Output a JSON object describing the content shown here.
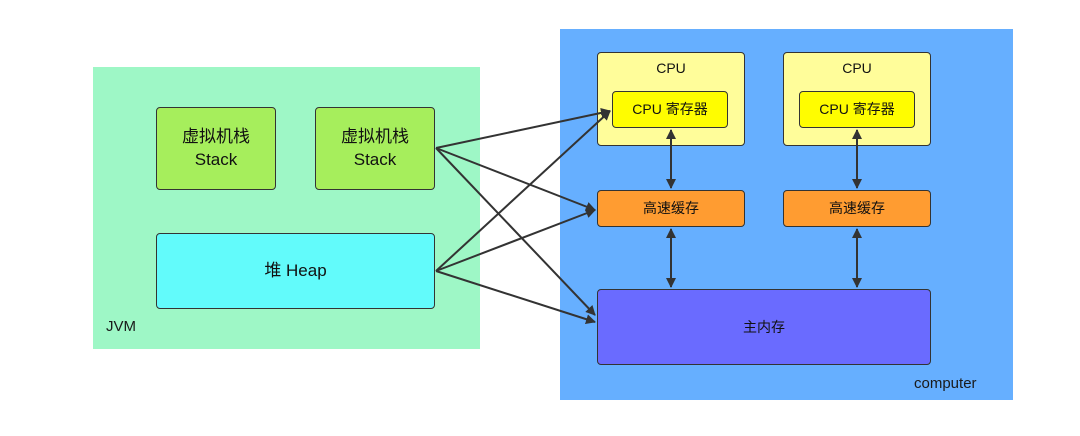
{
  "jvm": {
    "label": "JVM",
    "stacks": [
      {
        "line1": "虚拟机栈",
        "line2": "Stack"
      },
      {
        "line1": "虚拟机栈",
        "line2": "Stack"
      }
    ],
    "heap": "堆 Heap"
  },
  "computer": {
    "label": "computer",
    "cpus": [
      {
        "title": "CPU",
        "register": "CPU 寄存器",
        "cache": "高速缓存"
      },
      {
        "title": "CPU",
        "register": "CPU 寄存器",
        "cache": "高速缓存"
      }
    ],
    "main_memory": "主内存"
  },
  "colors": {
    "jvm_bg": "#9ef7c6",
    "computer_bg": "#66afff",
    "stack": "#a6ee5c",
    "heap": "#62fbfb",
    "cpu": "#fffd9a",
    "register": "#fffd00",
    "cache": "#ff9c31",
    "main_memory": "#6a6bff"
  }
}
